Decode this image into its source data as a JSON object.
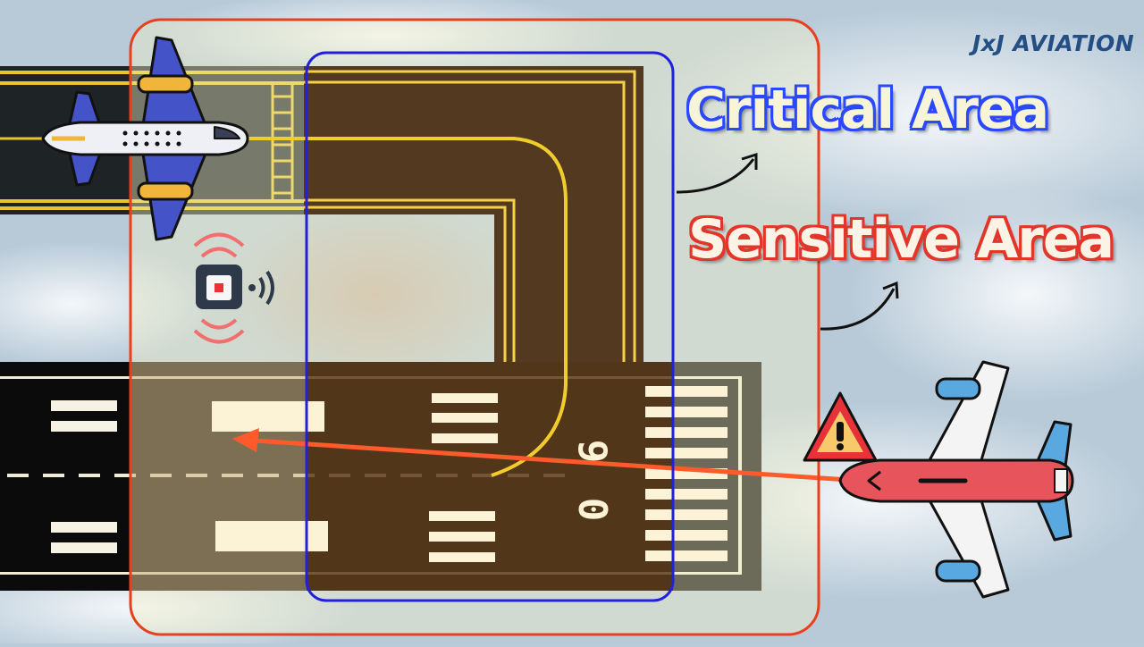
{
  "brand": "JxJ AVIATION",
  "labels": {
    "critical_area": "Critical Area",
    "sensitive_area": "Sensitive Area"
  },
  "runway": {
    "designator_digits": [
      "9",
      "0"
    ]
  },
  "colors": {
    "critical_area_outline": "#2020dd",
    "sensitive_area_outline": "#e8401e",
    "sensitive_area_fill": "#f3f0c8",
    "taxiway_line": "#f2cc2c",
    "runway_paint": "#fbf6e0",
    "signal_line": "#ff5a2c",
    "warning": "#e8323a"
  },
  "icons": [
    "airplane-taxiway-icon",
    "ils-antenna-icon",
    "airplane-landing-icon",
    "warning-icon"
  ]
}
